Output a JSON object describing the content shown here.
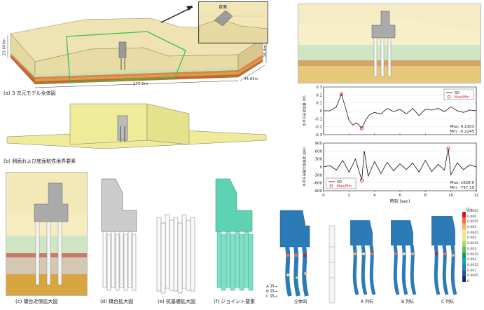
{
  "figure": {
    "captions": {
      "a": "(a) 3 次元モデル全体図",
      "b": "(b)  側面および底面粘性境界要素",
      "c": "(c)  橋台近傍拡大図",
      "d": "(d)  橋台拡大図",
      "e": "(e)  杭基礎拡大図",
      "f": "(f)  ジョイント要素"
    },
    "inset_label": "背面",
    "dimensions": {
      "length": "177.1m",
      "width": "44.65m",
      "height_left": "23.600m",
      "height_right": "18.4m"
    }
  },
  "chart_data": [
    {
      "type": "line",
      "ylabel": "水平方向変位量 (m)",
      "xlabel": "",
      "yticks": [
        "0.3",
        "0.2",
        "0.1",
        "0",
        "-0.1",
        "-0.2",
        "-0.3"
      ],
      "ylim": [
        -0.3,
        0.3
      ],
      "xlim": [
        0,
        12
      ],
      "legend": [
        "SD",
        "Max/Min"
      ],
      "legend_position": "top-right",
      "annotation": [
        "Max: 0.2103",
        "Min: -0.2245"
      ],
      "series": [
        {
          "name": "SD",
          "x": [
            0,
            0.5,
            1,
            1.4,
            1.7,
            2,
            2.3,
            2.6,
            3,
            3.3,
            3.6,
            4,
            4.5,
            5,
            5.5,
            6,
            6.5,
            7,
            7.5,
            8,
            8.5,
            9,
            9.5,
            10,
            10.5,
            11,
            11.5,
            12
          ],
          "values": [
            0,
            0,
            0.05,
            0.21,
            0.05,
            -0.12,
            -0.18,
            -0.15,
            -0.22,
            -0.12,
            -0.05,
            -0.02,
            -0.04,
            0.03,
            -0.01,
            0.02,
            -0.04,
            0.03,
            -0.06,
            0.02,
            0.01,
            0.03,
            -0.01,
            0.05,
            0,
            -0.02,
            0.01,
            0
          ]
        }
      ]
    },
    {
      "type": "line",
      "ylabel": "水平方向最大加速度 (gal)",
      "xlabel": "時刻 (sec)",
      "yticks": [
        "900",
        "600",
        "300",
        "0",
        "-300",
        "-600",
        "-900"
      ],
      "xticks": [
        "0",
        "2",
        "4",
        "6",
        "8",
        "10",
        "12"
      ],
      "ylim": [
        -900,
        900
      ],
      "xlim": [
        0,
        12
      ],
      "legend": [
        "SD",
        "Max/Min"
      ],
      "legend_position": "bottom-left",
      "annotation": [
        "Max: 1628.0",
        "Min: -797.10"
      ],
      "series": [
        {
          "name": "SD",
          "x": [
            0,
            0.5,
            1,
            1.5,
            2,
            2.5,
            3,
            3.2,
            3.5,
            4,
            4.5,
            5,
            5.5,
            6,
            6.5,
            7,
            7.5,
            8,
            8.5,
            9,
            9.5,
            9.8,
            10,
            10.5,
            11,
            11.5,
            12
          ],
          "values": [
            0,
            50,
            -120,
            250,
            -200,
            300,
            -500,
            600,
            -350,
            200,
            -250,
            180,
            -150,
            120,
            -100,
            150,
            -200,
            250,
            -180,
            100,
            -120,
            700,
            -300,
            150,
            -100,
            80,
            0
          ]
        }
      ]
    }
  ],
  "bottom_right": {
    "labels": [
      "全体図",
      "A 列杭",
      "B 列杭",
      "C 列杭"
    ],
    "pile_labels": [
      "A 列→",
      "B 列→",
      "C 列→"
    ],
    "legend_title": "CLL",
    "legend_values": [
      "0.0065",
      "0.006",
      "0.0055",
      "0.005",
      "0.0045",
      "0.004",
      "0.0035",
      "0.003",
      "0.0025",
      "0.002",
      "0.0015",
      "0.001",
      "0.0005",
      "0"
    ],
    "colors": [
      "#d7191c",
      "#f46d43",
      "#fdae61",
      "#fee08b",
      "#d9ef8b",
      "#a6d96a",
      "#66bd63",
      "#1a9850",
      "#00a6ca",
      "#2c7bb6",
      "#1e4fa3",
      "#0b2f7a"
    ]
  }
}
